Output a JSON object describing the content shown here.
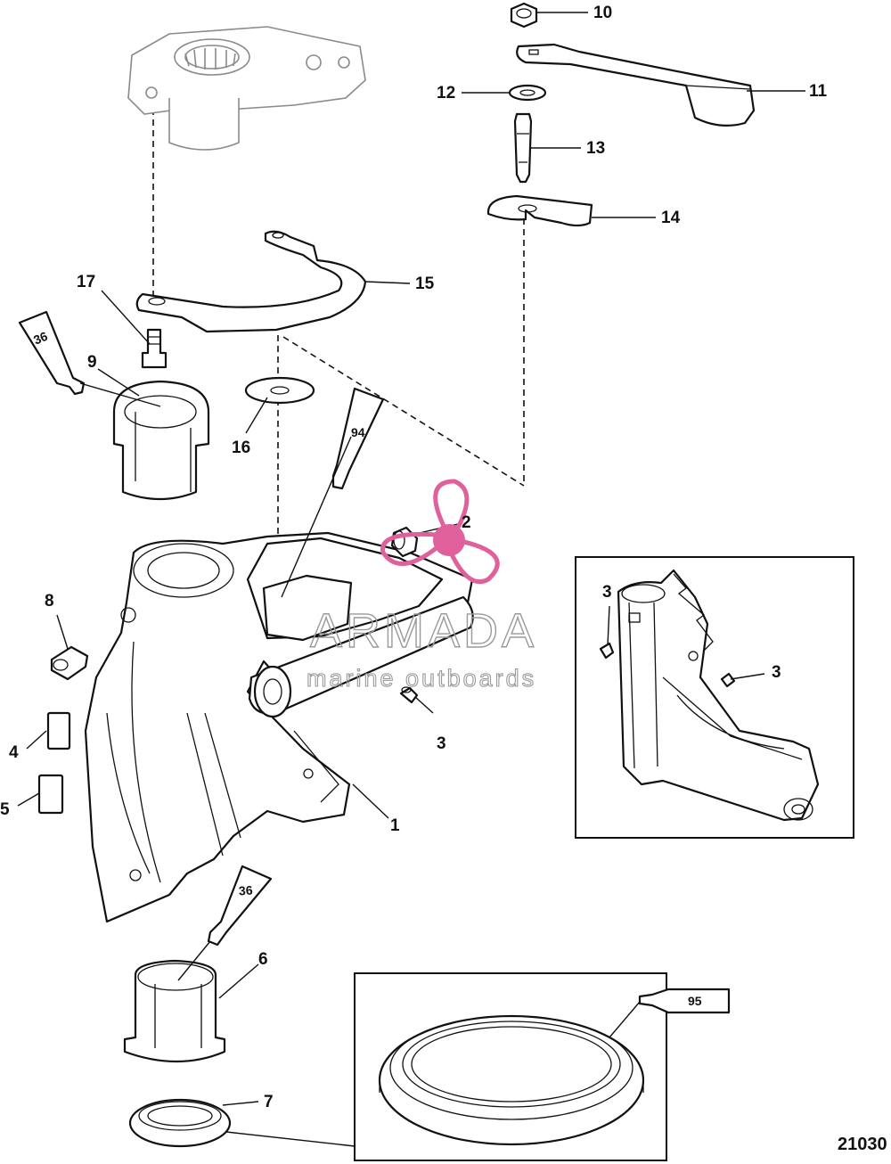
{
  "callouts": [
    "1",
    "2",
    "3",
    "3",
    "3",
    "4",
    "5",
    "6",
    "7",
    "8",
    "9",
    "10",
    "11",
    "12",
    "13",
    "14",
    "15",
    "16",
    "17"
  ],
  "tube_labels": [
    "36",
    "36",
    "94",
    "95"
  ],
  "watermark": {
    "brand": "ARMADA",
    "tagline": "marine outboards",
    "accent_color": "#e0609c"
  },
  "figure_id": "21030",
  "colors": {
    "line": "#111111",
    "ghost": "#8a8a8a",
    "accent": "#e0609c"
  }
}
